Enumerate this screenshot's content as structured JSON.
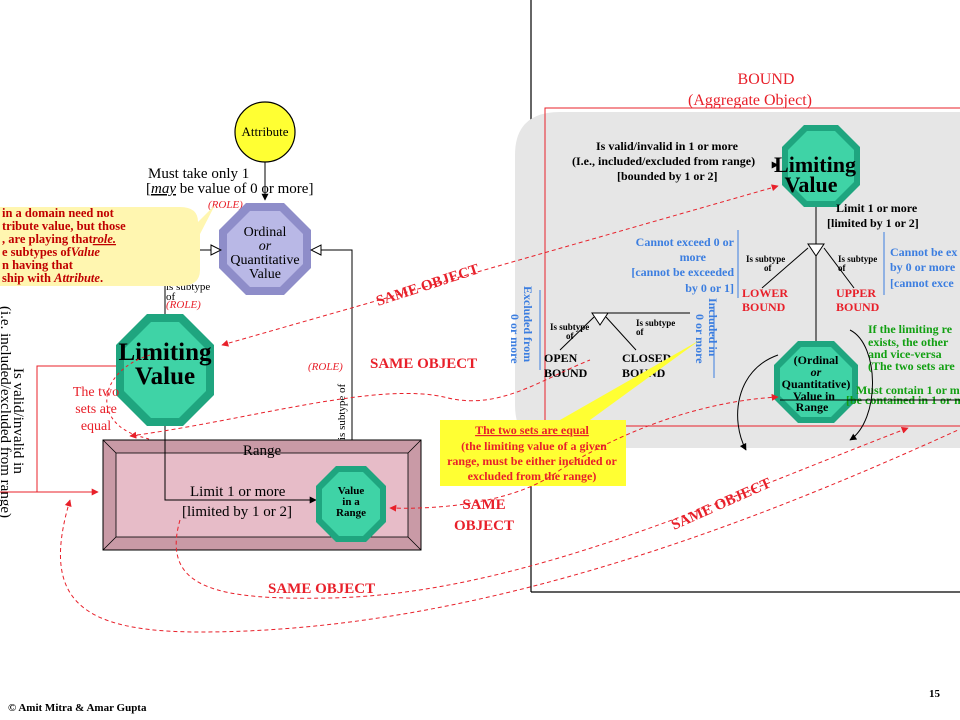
{
  "colors": {
    "red": "#e8202a",
    "blue": "#3c7ee0",
    "green": "#12a012",
    "teal": "#3fd3a6",
    "lavender": "#b9b8e6",
    "pink": "#e7bcc8",
    "yellow": "#fff055",
    "grey": "#e6e6e6"
  },
  "left": {
    "attribute": "Attribute",
    "must_take_1": "Must take only 1",
    "must_take_2a": "[",
    "must_take_2b": "may",
    "must_take_2c": " be value of 0 or more]",
    "role1": "(ROLE)",
    "role2": "(ROLE)",
    "role3": "(ROLE)",
    "ordinal_1": "Ordinal",
    "ordinal_2": "or",
    "ordinal_3": "Quantitative",
    "ordinal_4": "Value",
    "is_subtype_1": "is subtype",
    "is_subtype_2": "of",
    "is_subtype_vertical": "is subtype of",
    "limiting_1": "Limiting",
    "limiting_2": "Value",
    "note_lines": [
      "in a domain need not",
      "tribute value, but those",
      ", are playing that",
      "e subtypes of",
      "n having that",
      "ship with"
    ],
    "note_role": "role.",
    "note_value": "Value",
    "note_attribute": "Attribute",
    "two_sets": [
      "The two",
      "sets are",
      "equal"
    ],
    "valid_vertical_1": "Is valid/invalid in",
    "valid_vertical_2": "(i.e. included/excluded from range)",
    "range": "Range",
    "limit_1": "Limit 1 or more",
    "limit_2": "[limited by 1 or 2]",
    "value_range": [
      "Value",
      "in a",
      "Range"
    ]
  },
  "right": {
    "bound_1": "BOUND",
    "bound_2": "(Aggregate Object)",
    "valid_1": "Is valid/invalid in 1 or more",
    "valid_2": "(I.e., included/excluded from range)",
    "valid_3": "[bounded by 1 or 2]",
    "limiting_1": "Limiting",
    "limiting_2": "Value",
    "limit_1": "Limit 1 or more",
    "limit_2": "[limited by 1 or 2]",
    "cannot_exceed": [
      "Cannot exceed 0 or",
      "more",
      "[cannot be exceeded",
      "by 0 or 1]"
    ],
    "cannot_be": [
      "Cannot be ex",
      "by 0 or more",
      "[cannot exce"
    ],
    "is_subtype": "Is subtype",
    "of": "of",
    "lower_bound": [
      "LOWER",
      "BOUND"
    ],
    "upper_bound": [
      "UPPER",
      "BOUND"
    ],
    "excluded_from": "Excluded from",
    "or_more": "0 or more",
    "included_in": "Included in",
    "open_bound": [
      "OPEN",
      "BOUND"
    ],
    "closed_bound": [
      "CLOSED",
      "BOUND"
    ],
    "green_note": [
      "If the limiting re",
      "exists, the other",
      "and vice-versa",
      "(The two sets are"
    ],
    "value_range": [
      "(Ordinal",
      "or",
      "Quantitative)",
      "Value in",
      "Range"
    ],
    "must_contain_1": "Must contain 1 or mo",
    "must_contain_2": "[be contained in 1 or m"
  },
  "yellow_note": {
    "title": "The two sets are equal",
    "lines": [
      "(the limiting value of a given",
      "range, must be either included or",
      "excluded from the range)"
    ]
  },
  "same_object": {
    "a": "SAME OBJECT",
    "b": "SAME OBJECT",
    "c1": "SAME",
    "c2": "OBJECT",
    "d": "SAME OBJECT",
    "e": "SAME OBJECT"
  },
  "footer": {
    "copyright": "© Amit Mitra & Amar Gupta",
    "page": "15"
  }
}
